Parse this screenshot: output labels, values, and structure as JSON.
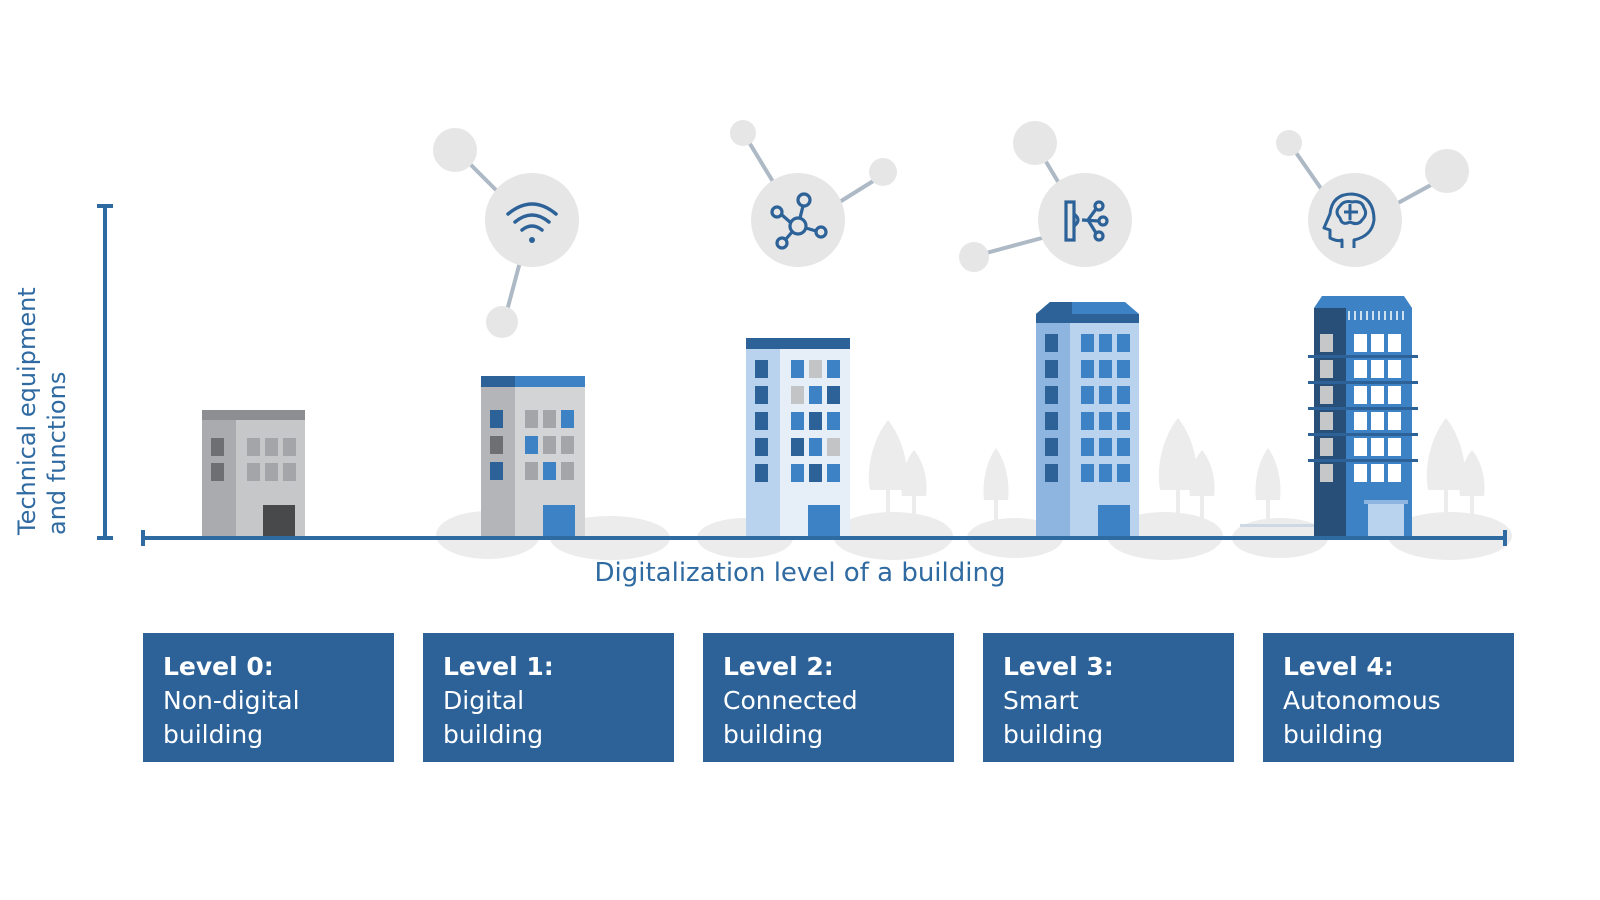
{
  "diagram": {
    "y_axis_label": [
      "Technical equipment",
      "and functions"
    ],
    "x_axis_label": "Digitalization level of a building",
    "levels": [
      {
        "label": "Level 0:",
        "name": "Non-digital\nbuilding",
        "icon": "none"
      },
      {
        "label": "Level 1:",
        "name": "Digital\nbuilding",
        "icon": "wifi-icon"
      },
      {
        "label": "Level 2:",
        "name": "Connected\nbuilding",
        "icon": "network-icon"
      },
      {
        "label": "Level 3:",
        "name": "Smart\nbuilding",
        "icon": "door-sensor-icon"
      },
      {
        "label": "Level 4:",
        "name": "Autonomous\nbuilding",
        "icon": "ai-brain-icon"
      }
    ],
    "colors": {
      "primary_blue": "#2c6298",
      "axis_blue": "#2f6aa1",
      "light_blue": "#b9d3ee",
      "mid_blue": "#3d82c4",
      "gray": "#c5c6c8",
      "dark_gray": "#8c8e91",
      "bubble_gray": "#e6e6e6",
      "tree_gray": "#ececec"
    }
  }
}
